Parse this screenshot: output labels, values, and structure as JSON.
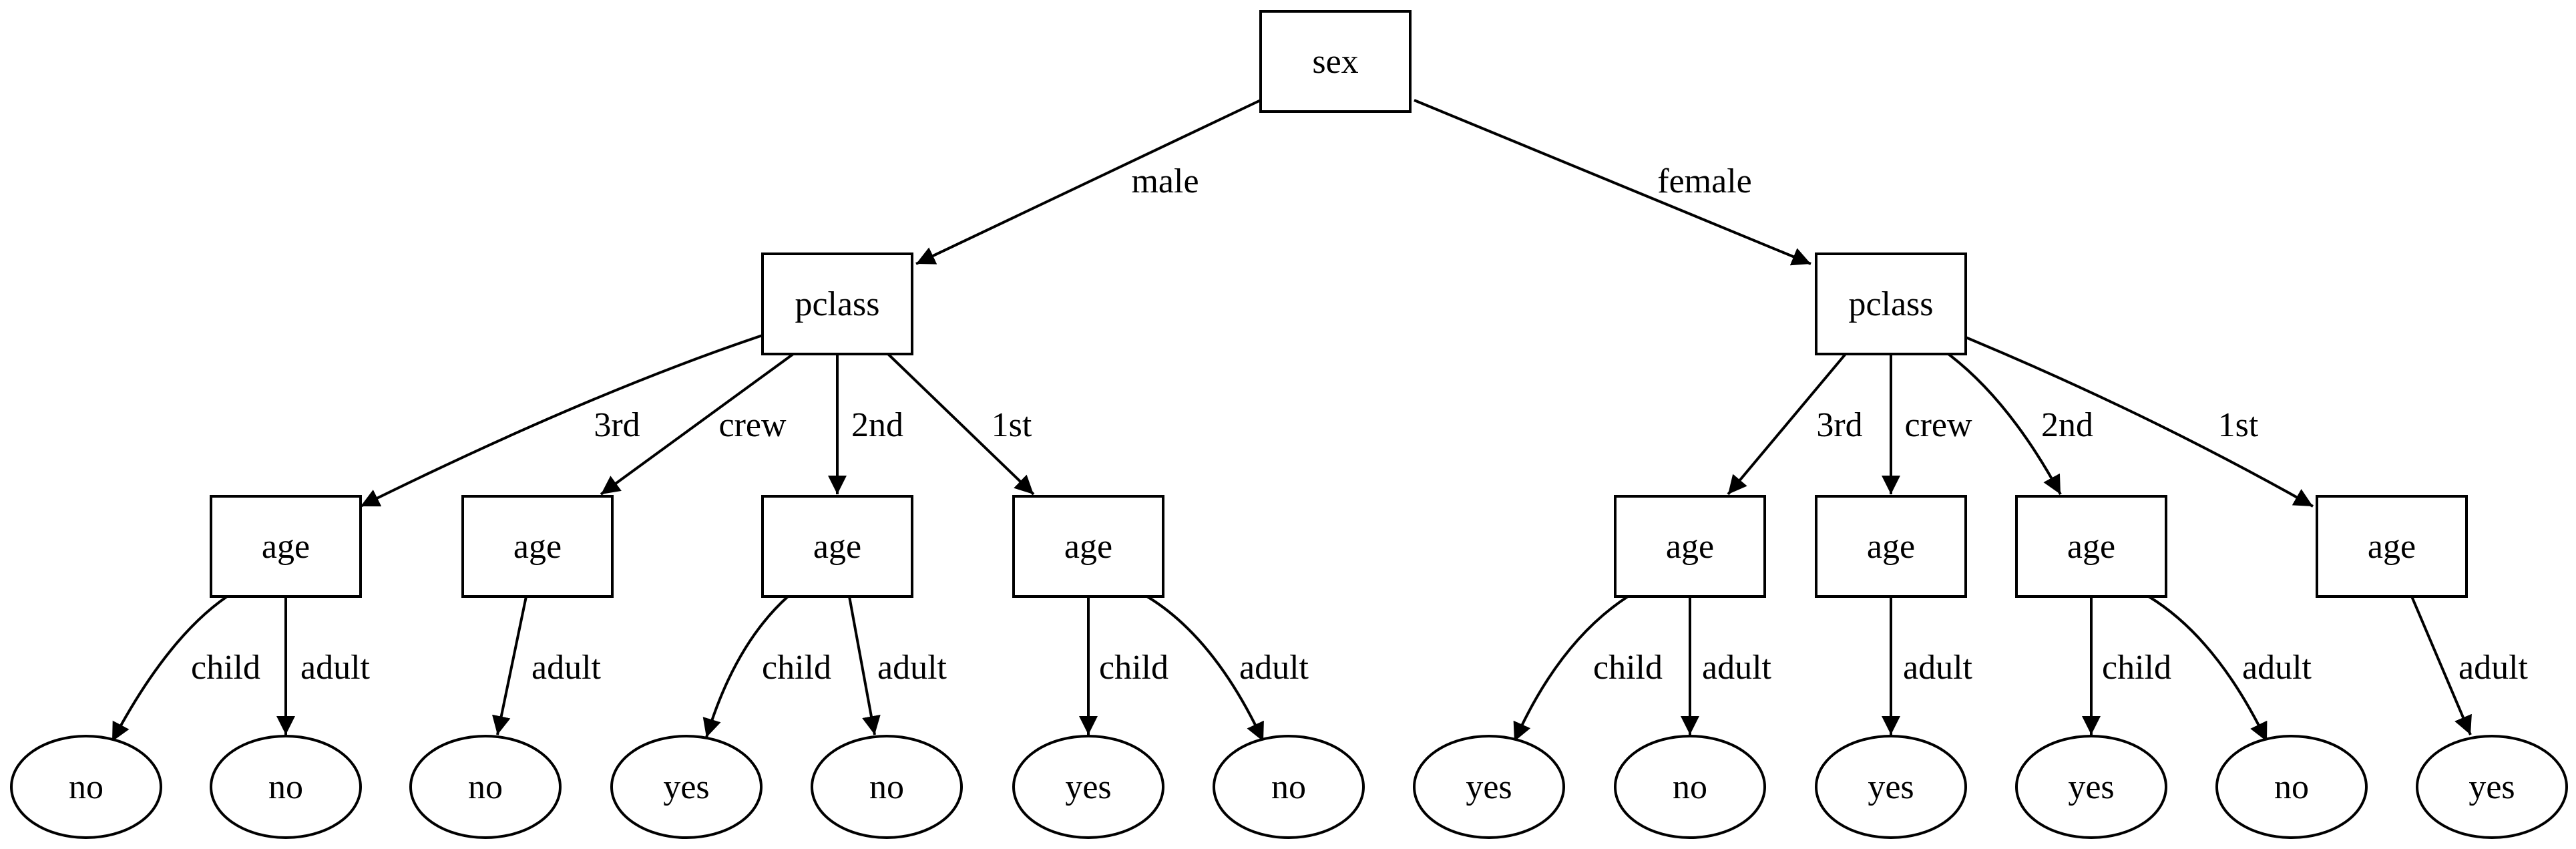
{
  "diagram": {
    "nodes": [
      {
        "id": "n0",
        "label": "sex",
        "shape": "box"
      },
      {
        "id": "n1",
        "label": "pclass",
        "shape": "box"
      },
      {
        "id": "n2",
        "label": "pclass",
        "shape": "box"
      },
      {
        "id": "n3",
        "label": "age",
        "shape": "box"
      },
      {
        "id": "n4",
        "label": "age",
        "shape": "box"
      },
      {
        "id": "n5",
        "label": "age",
        "shape": "box"
      },
      {
        "id": "n6",
        "label": "age",
        "shape": "box"
      },
      {
        "id": "n7",
        "label": "age",
        "shape": "box"
      },
      {
        "id": "n8",
        "label": "age",
        "shape": "box"
      },
      {
        "id": "n9",
        "label": "age",
        "shape": "box"
      },
      {
        "id": "n10",
        "label": "age",
        "shape": "box"
      },
      {
        "id": "l1",
        "label": "no",
        "shape": "ellipse"
      },
      {
        "id": "l2",
        "label": "no",
        "shape": "ellipse"
      },
      {
        "id": "l3",
        "label": "no",
        "shape": "ellipse"
      },
      {
        "id": "l4",
        "label": "yes",
        "shape": "ellipse"
      },
      {
        "id": "l5",
        "label": "no",
        "shape": "ellipse"
      },
      {
        "id": "l6",
        "label": "yes",
        "shape": "ellipse"
      },
      {
        "id": "l7",
        "label": "no",
        "shape": "ellipse"
      },
      {
        "id": "l8",
        "label": "yes",
        "shape": "ellipse"
      },
      {
        "id": "l9",
        "label": "no",
        "shape": "ellipse"
      },
      {
        "id": "l10",
        "label": "yes",
        "shape": "ellipse"
      },
      {
        "id": "l11",
        "label": "yes",
        "shape": "ellipse"
      },
      {
        "id": "l12",
        "label": "no",
        "shape": "ellipse"
      },
      {
        "id": "l13",
        "label": "yes",
        "shape": "ellipse"
      }
    ],
    "edges": [
      {
        "from": "n0",
        "to": "n1",
        "label": "male"
      },
      {
        "from": "n0",
        "to": "n2",
        "label": "female"
      },
      {
        "from": "n1",
        "to": "n3",
        "label": "3rd"
      },
      {
        "from": "n1",
        "to": "n4",
        "label": "crew"
      },
      {
        "from": "n1",
        "to": "n5",
        "label": "2nd"
      },
      {
        "from": "n1",
        "to": "n6",
        "label": "1st"
      },
      {
        "from": "n2",
        "to": "n7",
        "label": "3rd"
      },
      {
        "from": "n2",
        "to": "n8",
        "label": "crew"
      },
      {
        "from": "n2",
        "to": "n9",
        "label": "2nd"
      },
      {
        "from": "n2",
        "to": "n10",
        "label": "1st"
      },
      {
        "from": "n3",
        "to": "l1",
        "label": "child"
      },
      {
        "from": "n3",
        "to": "l2",
        "label": "adult"
      },
      {
        "from": "n4",
        "to": "l3",
        "label": "adult"
      },
      {
        "from": "n5",
        "to": "l4",
        "label": "child"
      },
      {
        "from": "n5",
        "to": "l5",
        "label": "adult"
      },
      {
        "from": "n6",
        "to": "l6",
        "label": "child"
      },
      {
        "from": "n6",
        "to": "l7",
        "label": "adult"
      },
      {
        "from": "n7",
        "to": "l8",
        "label": "child"
      },
      {
        "from": "n7",
        "to": "l9",
        "label": "adult"
      },
      {
        "from": "n8",
        "to": "l10",
        "label": "adult"
      },
      {
        "from": "n9",
        "to": "l11",
        "label": "child"
      },
      {
        "from": "n9",
        "to": "l12",
        "label": "adult"
      },
      {
        "from": "n10",
        "to": "l13",
        "label": "adult"
      }
    ],
    "colors": {
      "stroke": "#000000",
      "fill": "#ffffff",
      "text": "#000000"
    }
  }
}
